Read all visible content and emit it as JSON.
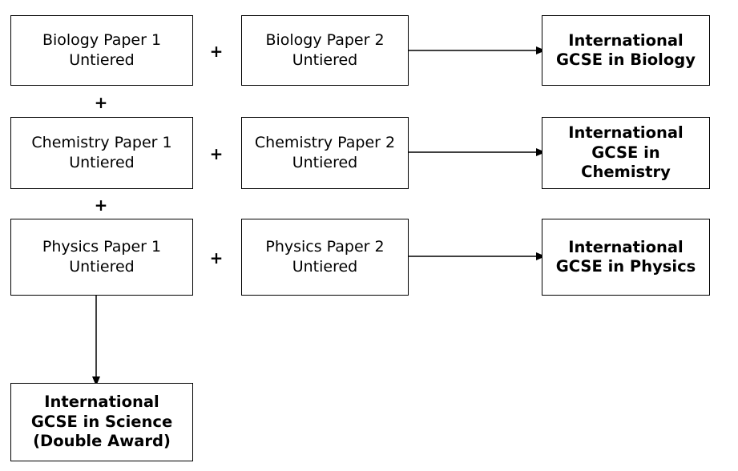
{
  "papers": {
    "biology_1": {
      "line1": "Biology Paper 1",
      "line2": "Untiered"
    },
    "biology_2": {
      "line1": "Biology Paper 2",
      "line2": "Untiered"
    },
    "chemistry_1": {
      "line1": "Chemistry Paper 1",
      "line2": "Untiered"
    },
    "chemistry_2": {
      "line1": "Chemistry Paper 2",
      "line2": "Untiered"
    },
    "physics_1": {
      "line1": "Physics Paper 1",
      "line2": "Untiered"
    },
    "physics_2": {
      "line1": "Physics Paper 2",
      "line2": "Untiered"
    }
  },
  "outcomes": {
    "biology": {
      "lines": [
        "International",
        "GCSE in Biology"
      ]
    },
    "chemistry": {
      "lines": [
        "International",
        "GCSE in",
        "Chemistry"
      ]
    },
    "physics": {
      "lines": [
        "International",
        "GCSE in Physics"
      ]
    },
    "science_double": {
      "lines": [
        "International",
        "GCSE in Science",
        "(Double Award)"
      ]
    }
  },
  "operators": {
    "plus": "+"
  }
}
